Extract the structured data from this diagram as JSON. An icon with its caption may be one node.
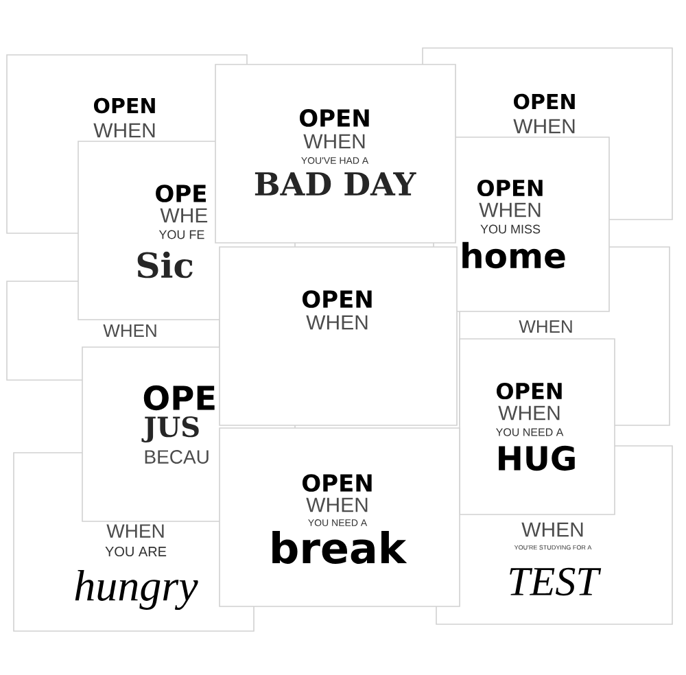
{
  "diagram": {
    "nodes": [
      {
        "text": [
          "OPEN",
          "WHEN"
        ]
      },
      {
        "text": [
          "OPEN",
          "WHEN"
        ]
      },
      {
        "text": [
          "WHEN"
        ]
      },
      {
        "text": [
          "WHEN"
        ]
      },
      {
        "text": [
          "WHEN",
          "YOU ARE",
          "hungry"
        ]
      },
      {
        "text": [
          "WHEN",
          "YOU'RE STUDYING FOR A",
          "TEST"
        ]
      },
      {
        "text": [
          "OPE",
          "WHE",
          "YOU FE",
          "Sic"
        ]
      },
      {
        "text": [
          "OPEN",
          "WHEN",
          "YOU MISS",
          "home"
        ]
      },
      {
        "text": [
          "OPE",
          "JUS",
          "BECAU"
        ]
      },
      {
        "text": [
          "OPEN",
          "WHEN",
          "YOU NEED A",
          "HUG"
        ]
      },
      {
        "text": [
          "OPEN",
          "WHEN",
          "YOU'VE HAD A",
          "BAD DAY"
        ]
      },
      {
        "text": [
          "OPEN",
          "WHEN"
        ]
      },
      {
        "text": [
          "OPEN",
          "WHEN",
          "YOU NEED A",
          "break"
        ]
      }
    ]
  }
}
